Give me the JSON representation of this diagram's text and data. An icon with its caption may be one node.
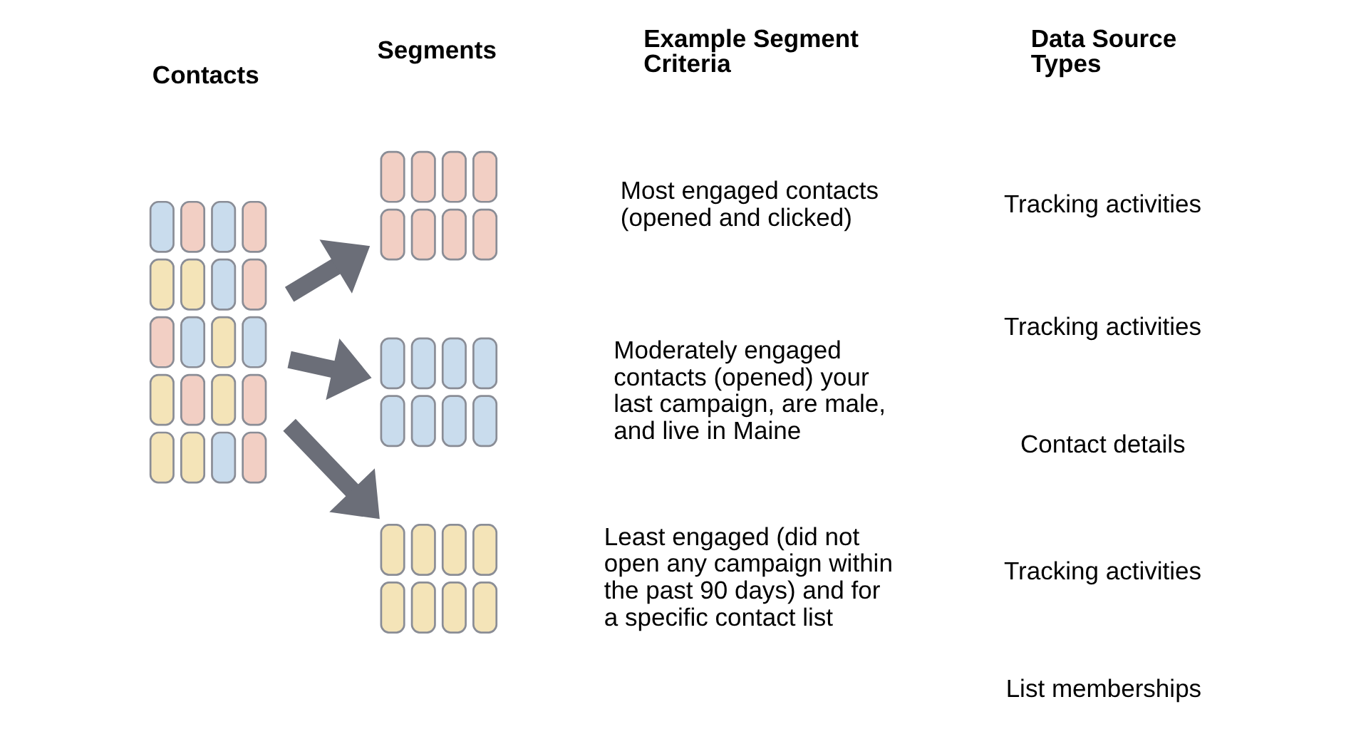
{
  "diagram": {
    "nodes": [
      {
        "text": [],
        "shape": "picture"
      },
      {
        "text": [],
        "shape": "picture"
      },
      {
        "text": [],
        "shape": "picture"
      },
      {
        "text": [],
        "shape": "picture"
      }
    ],
    "edges": [
      {
        "from": 0,
        "to": 1,
        "arrow": "to"
      },
      {
        "from": 0,
        "to": 2,
        "arrow": "to"
      },
      {
        "from": 0,
        "to": 3,
        "arrow": "to"
      }
    ],
    "labels": [
      "Contacts",
      "Segments",
      "Example Segment Criteria",
      "Data Source Types",
      "Most engaged contacts (opened and clicked)",
      "Tracking activities",
      "Moderately engaged contacts (opened) your last campaign, are male, and live in Maine",
      "Tracking activities",
      "Contact details",
      "Least engaged (did not open any campaign within the past 90 days) and for a specific contact list",
      "Tracking activities",
      "List memberships"
    ]
  }
}
